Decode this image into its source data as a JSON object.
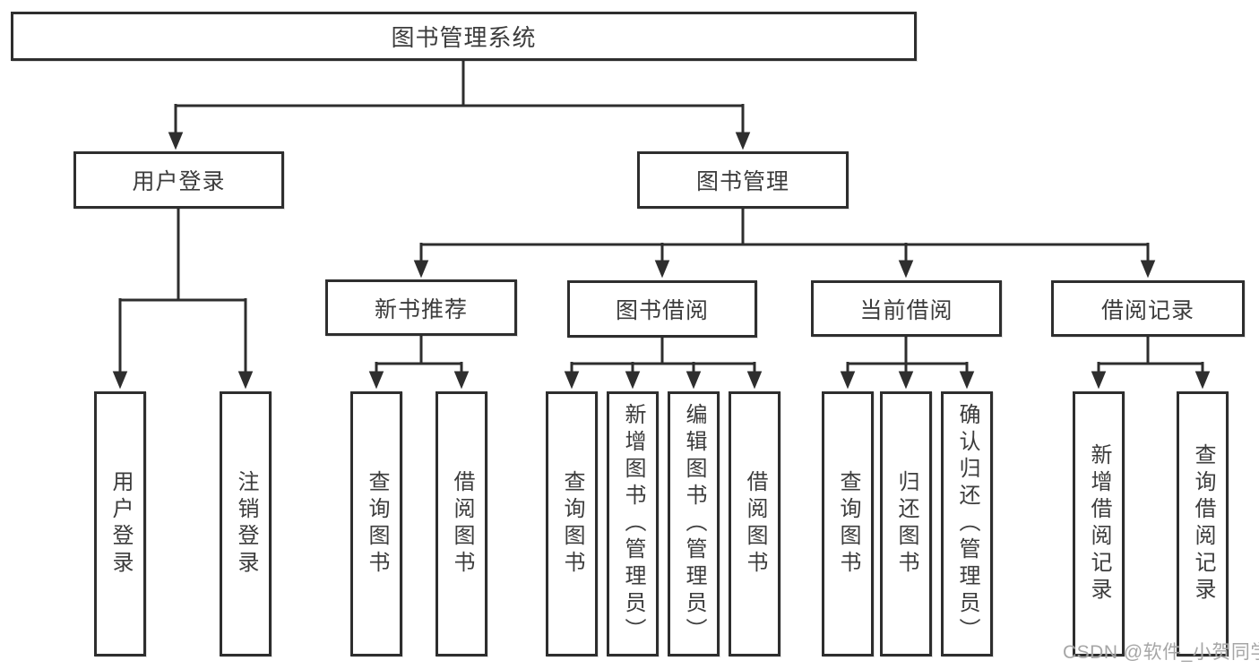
{
  "diagram_title": "图书管理系统",
  "nodes": {
    "root": "图书管理系统",
    "user_login": "用户登录",
    "book_mgmt": "图书管理",
    "new_book_rec": "新书推荐",
    "book_borrow": "图书借阅",
    "current_borrow": "当前借阅",
    "borrow_records": "借阅记录",
    "leaf_user_login": "用户登录",
    "leaf_logout": "注销登录",
    "rec_query_book": "查询图书",
    "rec_borrow_book": "借阅图书",
    "bb_query_book": "查询图书",
    "bb_add_book": "新增图书（管理员）",
    "bb_edit_book": "编辑图书（管理员）",
    "bb_borrow_book": "借阅图书",
    "cb_query_book": "查询图书",
    "cb_return_book": "归还图书",
    "cb_confirm_return": "确认归还（管理员）",
    "br_add_record": "新增借阅记录",
    "br_query_record": "查询借阅记录"
  },
  "structure": {
    "图书管理系统": {
      "用户登录": [
        "用户登录",
        "注销登录"
      ],
      "图书管理": {
        "新书推荐": [
          "查询图书",
          "借阅图书"
        ],
        "图书借阅": [
          "查询图书",
          "新增图书（管理员）",
          "编辑图书（管理员）",
          "借阅图书"
        ],
        "当前借阅": [
          "查询图书",
          "归还图书",
          "确认归还（管理员）"
        ],
        "借阅记录": [
          "新增借阅记录",
          "查询借阅记录"
        ]
      }
    }
  },
  "watermark": {
    "text": "CSDN @软件_小贺同学",
    "color": "#9e9e9e"
  },
  "colors": {
    "background": "#ffffff",
    "box_fill": "#ffffff",
    "box_border": "#2e2e2e",
    "line": "#2e2e2e",
    "text": "#3c3c3c"
  }
}
